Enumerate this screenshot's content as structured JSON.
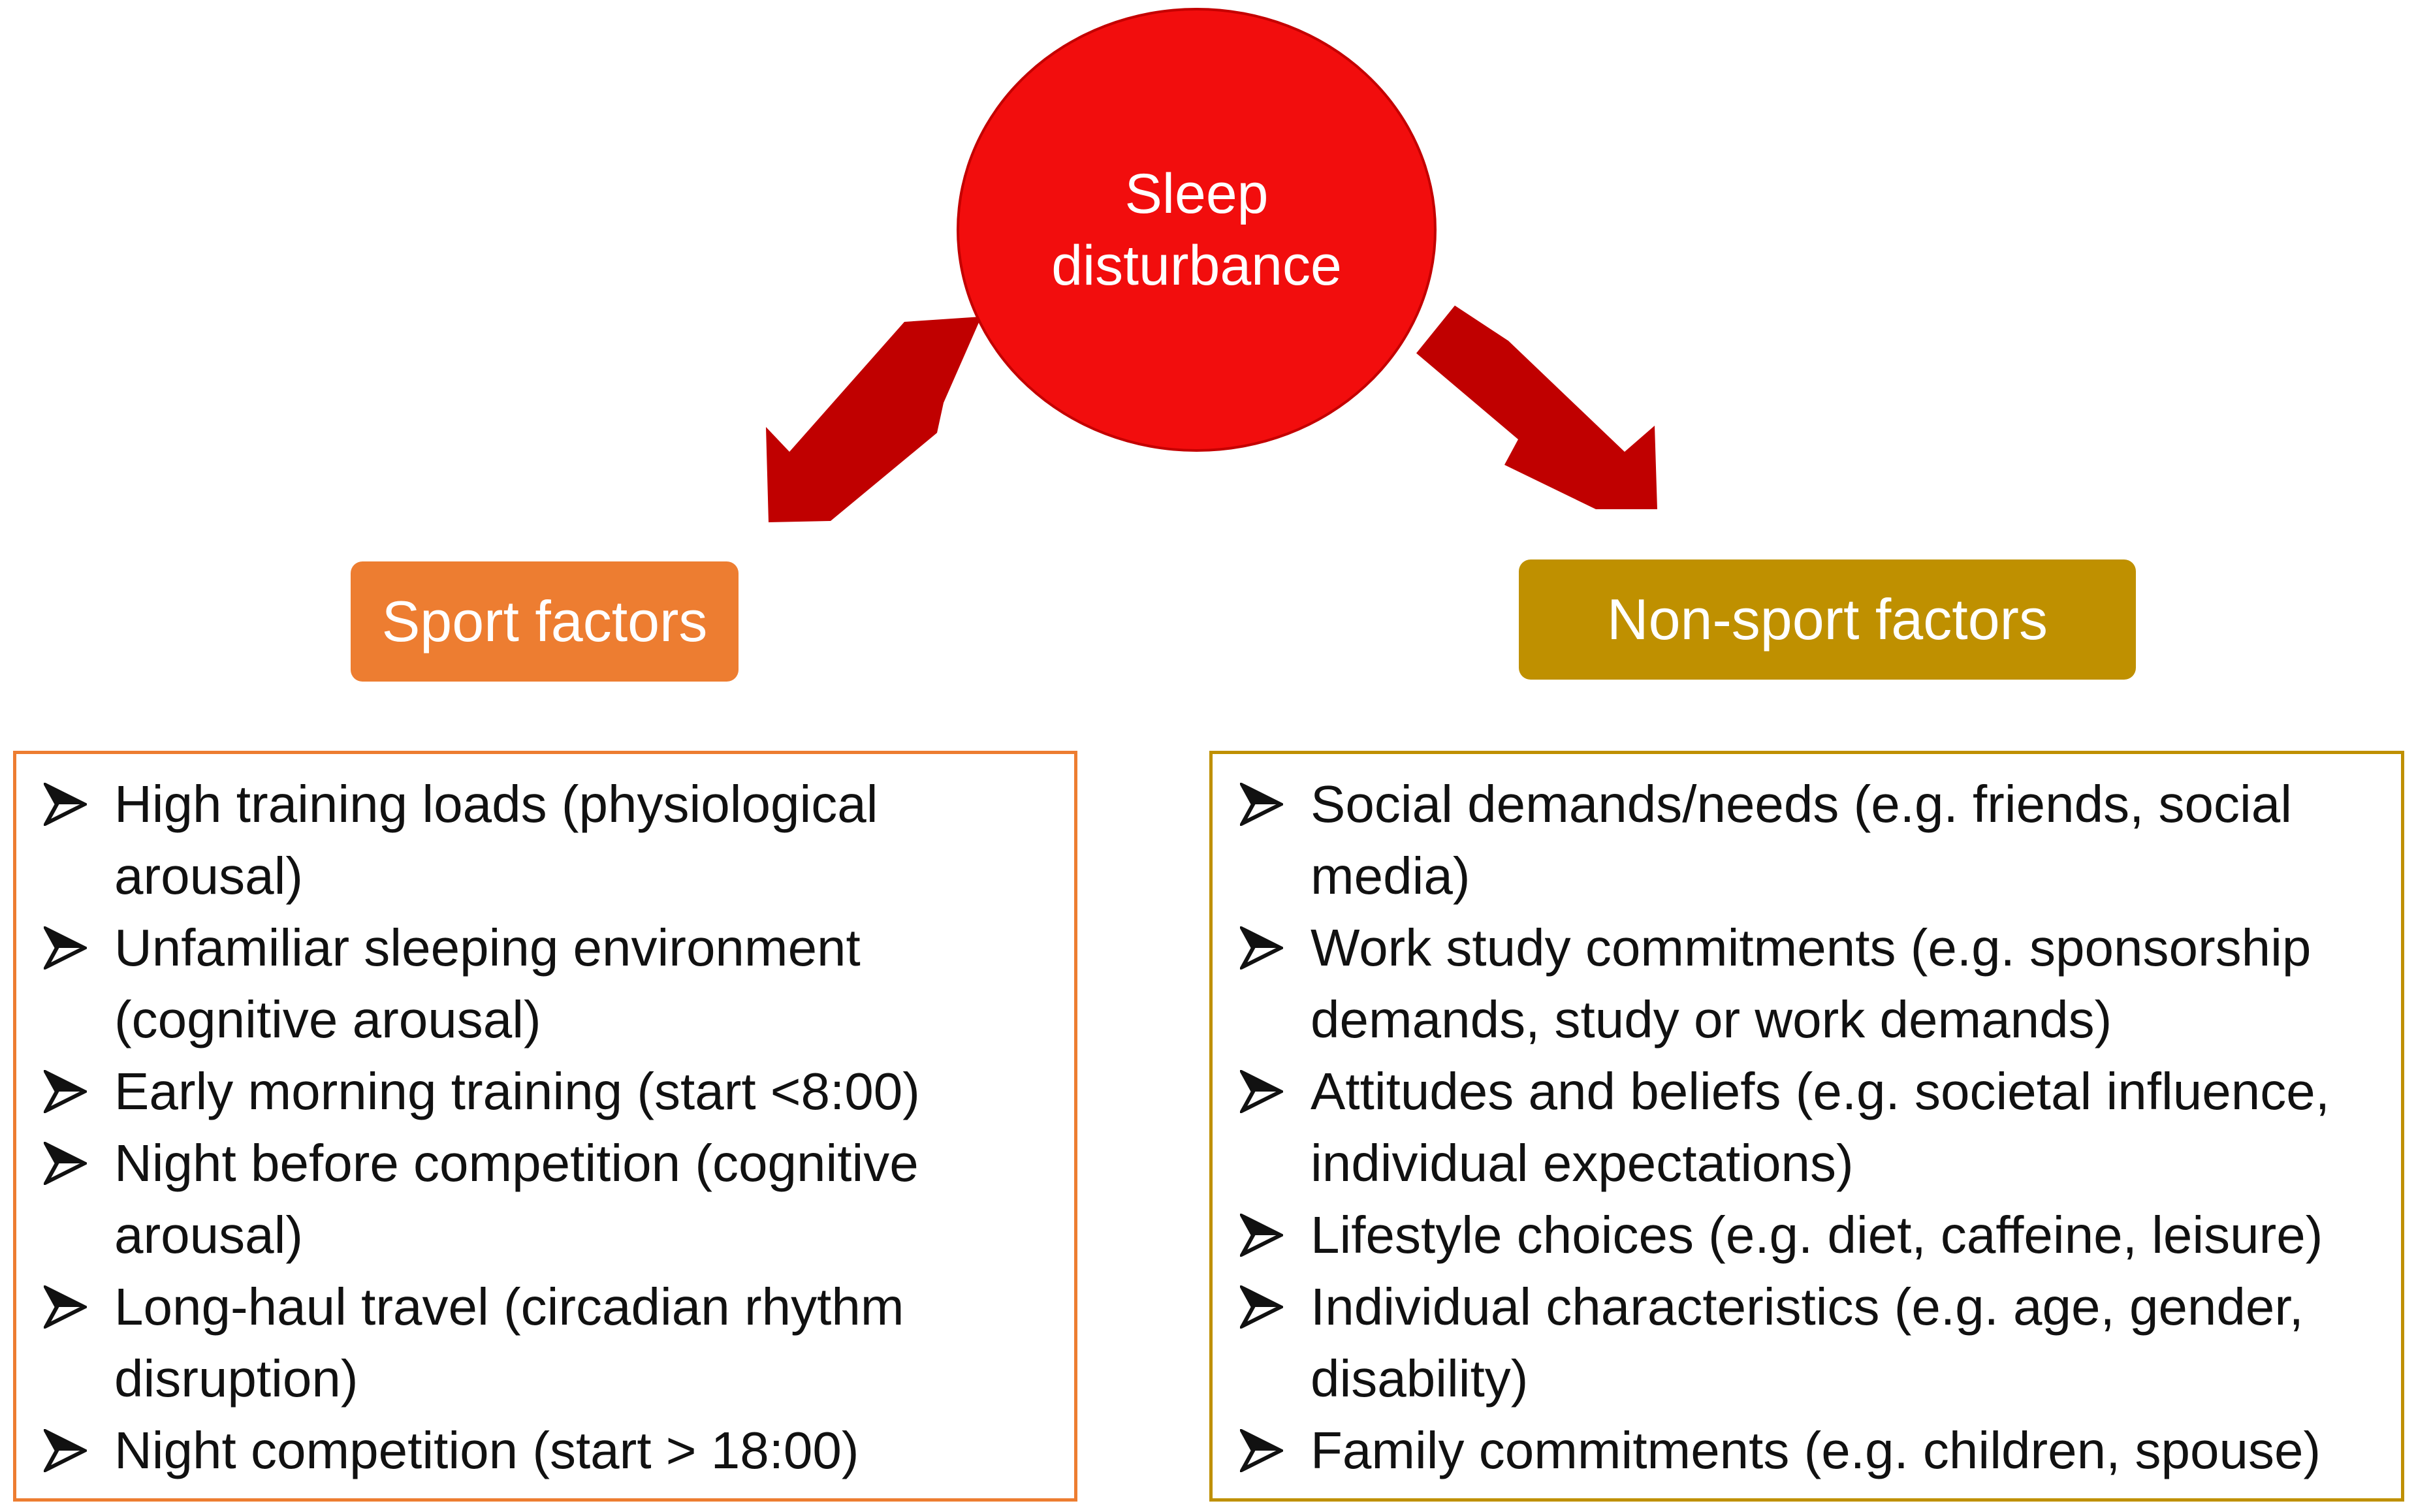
{
  "root": {
    "label": "Sleep disturbance",
    "fill": "#f20d0d"
  },
  "arrow_color": "#c00000",
  "branches": [
    {
      "label": "Sport factors",
      "color": "#ed7d31",
      "bullet_icon": "arrowhead-bullet-icon",
      "items": [
        "High training loads (physiological arousal)",
        "Unfamiliar sleeping environment (cognitive arousal)",
        "Early morning training (start <8:00)",
        "Night before competition (cognitive arousal)",
        "Long-haul travel (circadian rhythm disruption)",
        "Night competition (start > 18:00)"
      ]
    },
    {
      "label": "Non-sport factors",
      "color": "#bf9000",
      "bullet_icon": "arrowhead-bullet-icon",
      "items": [
        "Social demands/needs (e.g. friends, social media)",
        "Work study commitments (e.g. sponsorship demands, study or work demands)",
        "Attitudes and beliefs (e.g. societal influence, individual expectations)",
        "Lifestyle choices (e.g. diet, caffeine, leisure)",
        "Individual characteristics (e.g. age, gender, disability)",
        "Family commitments (e.g. children, spouse)"
      ]
    }
  ]
}
